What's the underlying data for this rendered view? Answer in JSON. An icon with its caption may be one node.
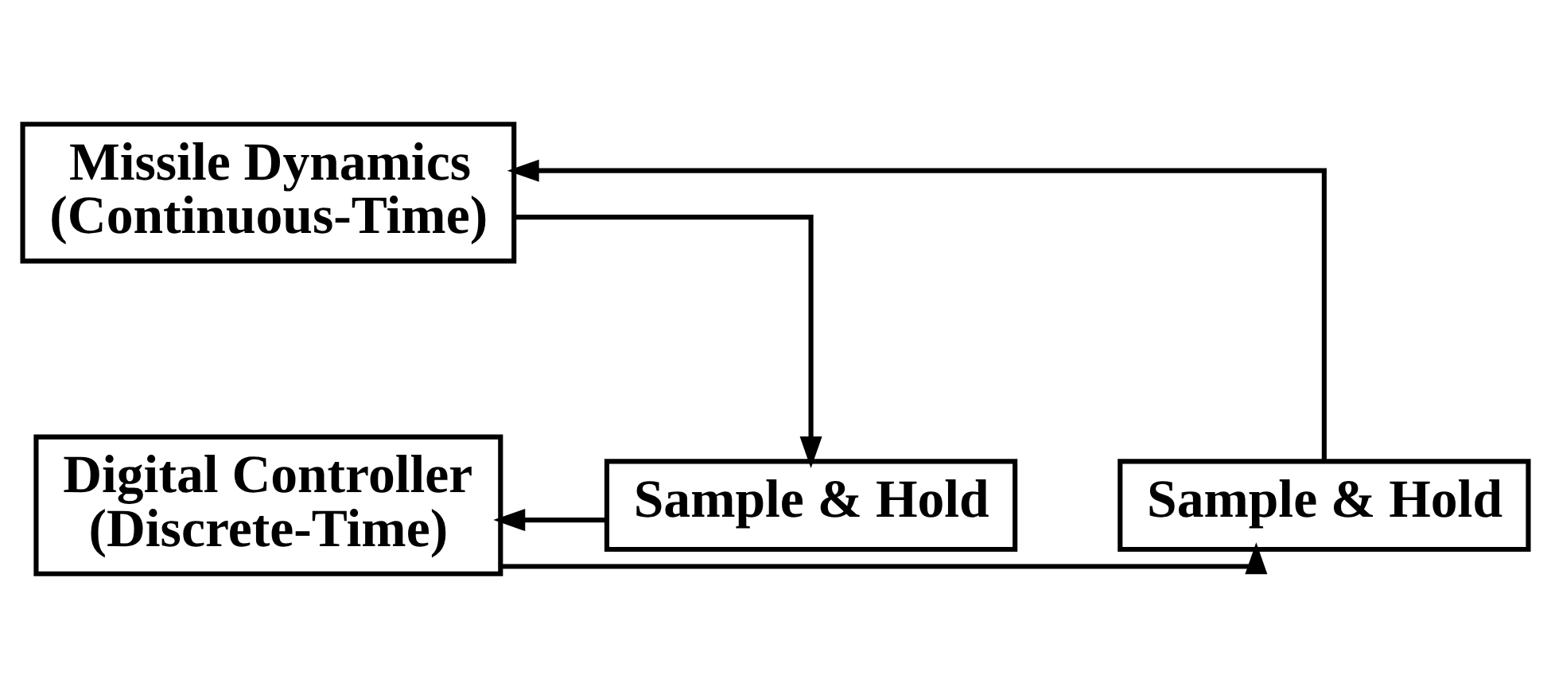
{
  "diagram": {
    "nodes": [
      {
        "text": [
          "Missile Dynamics (Continuous-Time)"
        ]
      },
      {
        "text": [
          "Sample & Hold"
        ]
      },
      {
        "text": [
          "Digital Controller (Discrete-Time)"
        ]
      },
      {
        "text": [
          "Sample & Hold"
        ]
      }
    ],
    "edges": [
      {
        "from": 1,
        "to": 0,
        "arrow": "to"
      },
      {
        "from": 0,
        "to": 3,
        "arrow": "to"
      },
      {
        "from": 3,
        "to": 2,
        "arrow": "to"
      },
      {
        "from": 2,
        "to": 1,
        "arrow": "to"
      }
    ]
  }
}
